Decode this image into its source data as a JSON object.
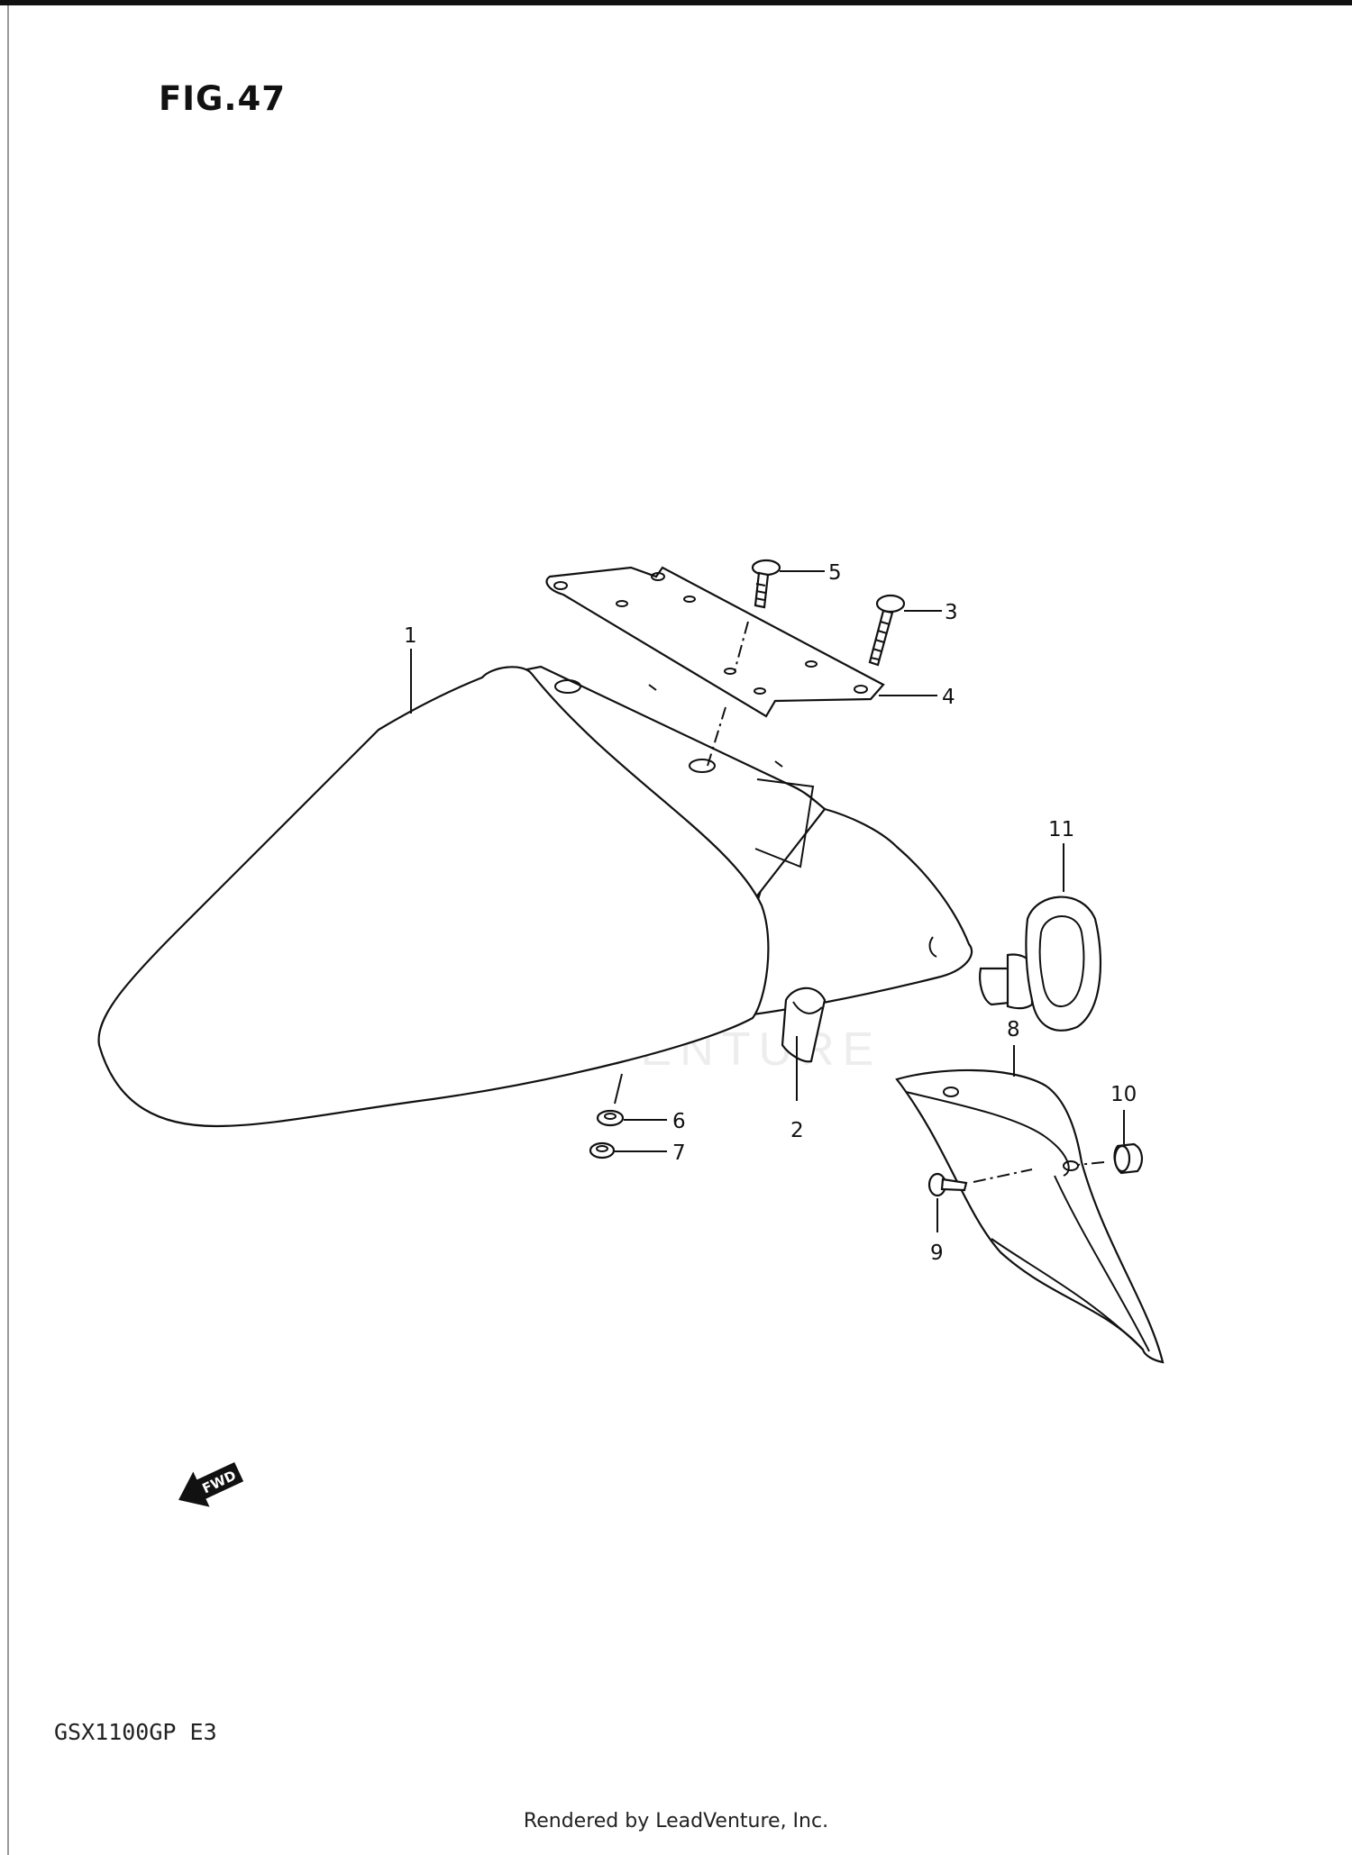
{
  "figure": {
    "title": "FIG.47"
  },
  "model": {
    "code": "GSX1100GP E3"
  },
  "footer": {
    "text": "Rendered by LeadVenture, Inc."
  },
  "watermark": {
    "text": "LEADVENTURE"
  },
  "direction_marker": {
    "label": "FWD"
  },
  "callouts": [
    {
      "id": "1",
      "label": "1"
    },
    {
      "id": "2",
      "label": "2"
    },
    {
      "id": "3",
      "label": "3"
    },
    {
      "id": "4",
      "label": "4"
    },
    {
      "id": "5",
      "label": "5"
    },
    {
      "id": "6",
      "label": "6"
    },
    {
      "id": "7",
      "label": "7"
    },
    {
      "id": "8",
      "label": "8"
    },
    {
      "id": "9",
      "label": "9"
    },
    {
      "id": "10",
      "label": "10"
    },
    {
      "id": "11",
      "label": "11"
    }
  ]
}
